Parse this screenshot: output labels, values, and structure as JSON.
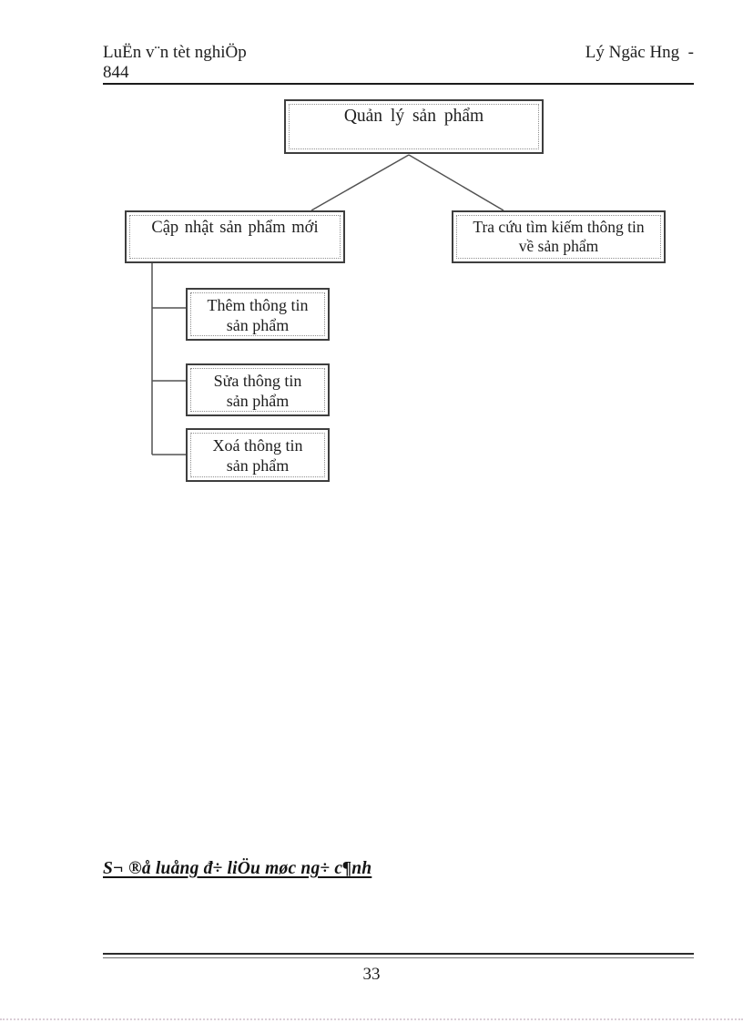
{
  "header": {
    "left_line1": "LuËn v¨n tèt nghiÖp",
    "left_line2": "844",
    "right": "Lý Ngäc Hng  -"
  },
  "diagram": {
    "root": {
      "label": "Quản lý sản phẩm"
    },
    "update": {
      "label": "Cập nhật sản phẩm mới"
    },
    "search": {
      "line1": "Tra cứu tìm kiếm thông tin",
      "line2": "về sản phẩm"
    },
    "add": {
      "line1": "Thêm thông tin",
      "line2": "sản phẩm"
    },
    "edit": {
      "line1": "Sửa thông tin",
      "line2": "sản phẩm"
    },
    "delete": {
      "line1": "Xoá thông tin",
      "line2": "sản phẩm"
    }
  },
  "caption": "S¬ ®å luång đ÷ liÖu møc ng÷ c¶nh",
  "footer": {
    "page_number": "33"
  }
}
